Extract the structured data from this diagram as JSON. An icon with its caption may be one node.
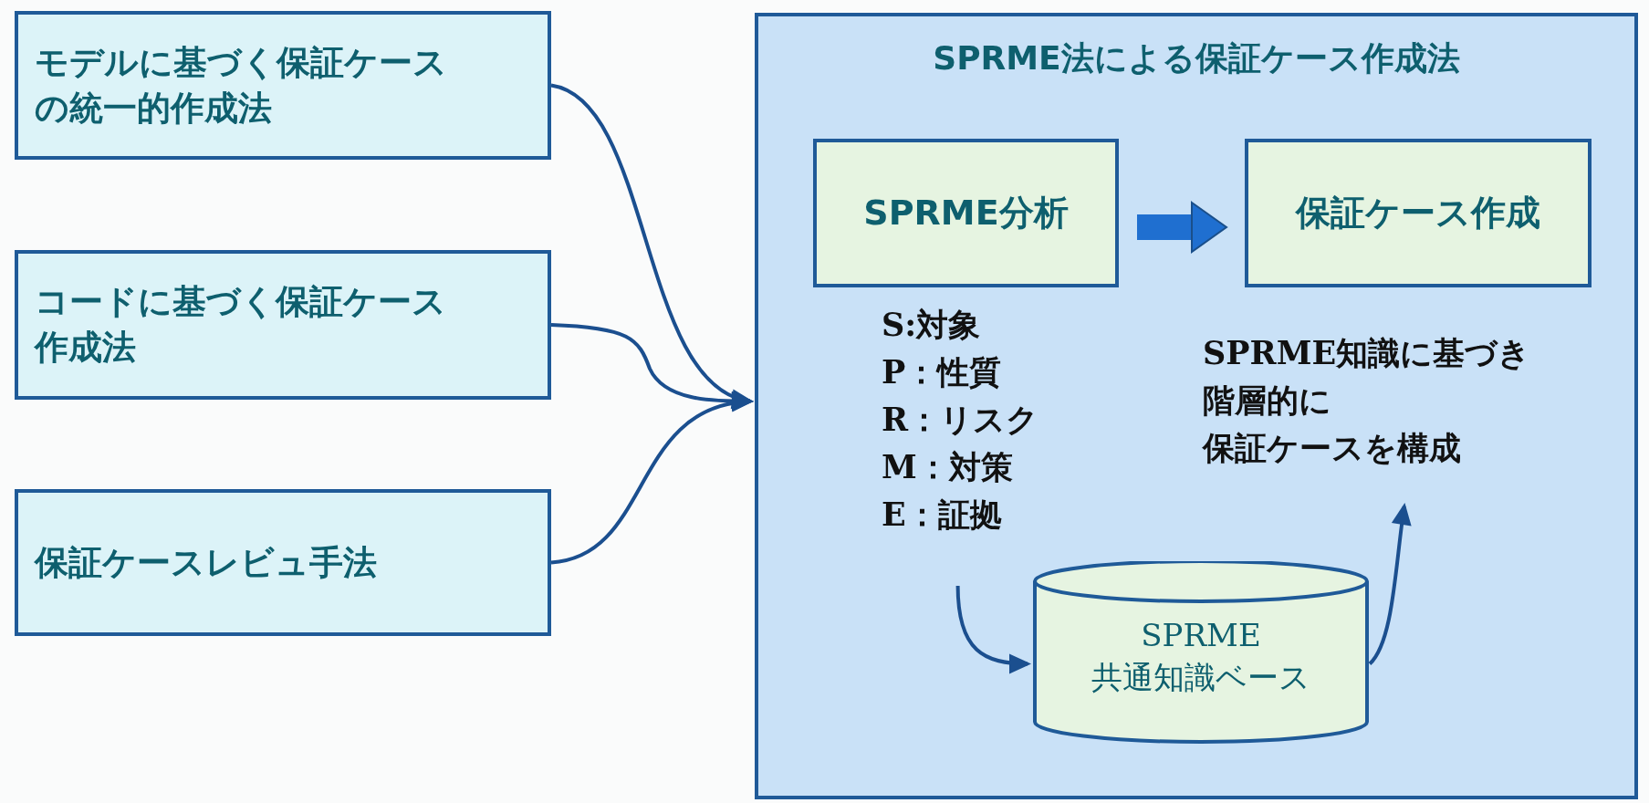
{
  "diagram": {
    "nodes": [
      {
        "text": [
          "モデルに基づく保証ケースの統一的作成法"
        ]
      },
      {
        "text": [
          "コードに基づく保証ケース作成法"
        ]
      },
      {
        "text": [
          "保証ケースレビュ手法"
        ]
      },
      {
        "text": [
          "SPRME法による保証ケース作成法"
        ]
      },
      {
        "text": [
          "SPRME分析"
        ],
        "in": 3
      },
      {
        "text": [
          "保証ケース作成"
        ],
        "in": 3
      },
      {
        "text": [
          "S:対象",
          "P：性質",
          "R：リスク",
          "M：対策",
          "E：証拠"
        ],
        "in": 3
      },
      {
        "text": [
          "SPRME",
          "共通知識ベース"
        ],
        "in": 3
      },
      {
        "text": [
          "SPRME知識に基づき",
          "階層的に",
          "保証ケースを構成"
        ],
        "in": 3
      }
    ],
    "edges": [
      {
        "from": 0,
        "to": 3,
        "arrow": "to"
      },
      {
        "from": 1,
        "to": 3,
        "arrow": "to"
      },
      {
        "from": 2,
        "to": 3,
        "arrow": "to"
      },
      {
        "from": 4,
        "to": 5,
        "arrow": "to",
        "style": "thick",
        "color": "#1f6fd0"
      },
      {
        "from": 6,
        "to": 7,
        "arrow": "to"
      },
      {
        "from": 7,
        "to": 8,
        "arrow": "to"
      }
    ]
  }
}
